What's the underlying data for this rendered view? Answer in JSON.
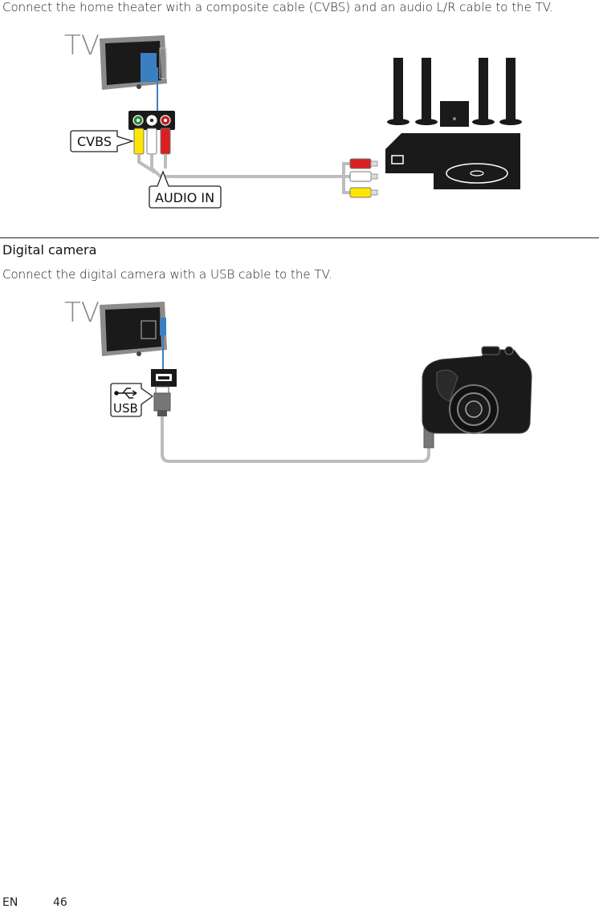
{
  "intro": {
    "text": "Connect the home theater with a composite cable (CVBS) and an audio L/R cable to the TV."
  },
  "diagram1": {
    "tv_label": "TV",
    "cvbs_label": "CVBS",
    "audio_label": "AUDIO IN"
  },
  "section": {
    "heading": "Digital camera",
    "description": "Connect the digital camera with a USB cable to the TV."
  },
  "diagram2": {
    "tv_label": "TV",
    "usb_label": "USB"
  },
  "footer": {
    "lang": "EN",
    "page": "46"
  }
}
